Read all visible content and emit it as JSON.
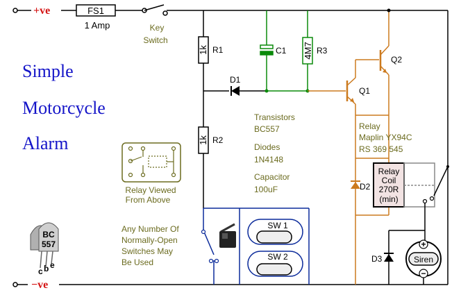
{
  "rails": {
    "positive": "+ve",
    "negative": "−ve"
  },
  "fuse": {
    "name": "FS1",
    "rating": "1 Amp"
  },
  "key_switch": {
    "line1": "Key",
    "line2": "Switch"
  },
  "title": [
    "Simple",
    "Motorcycle",
    "Alarm"
  ],
  "components": {
    "r1": {
      "ref": "R1",
      "value": "1k"
    },
    "r2": {
      "ref": "R2",
      "value": "1k"
    },
    "r3": {
      "ref": "R3",
      "value": "4M7"
    },
    "c1": {
      "ref": "C1"
    },
    "d1": {
      "ref": "D1"
    },
    "d2": {
      "ref": "D2"
    },
    "d3": {
      "ref": "D3"
    },
    "q1": {
      "ref": "Q1"
    },
    "q2": {
      "ref": "Q2"
    }
  },
  "parts_list": {
    "transistors_label": "Transistors",
    "transistors_value": "BC557",
    "diodes_label": "Diodes",
    "diodes_value": "1N4148",
    "capacitor_label": "Capacitor",
    "capacitor_value": "100uF"
  },
  "relay_info": {
    "label": "Relay",
    "line1": "Maplin  YX94C",
    "line2": "RS    369 545"
  },
  "relay_coil": {
    "line1": "Relay",
    "line2": "Coil",
    "line3": "270R",
    "line4": "(min)"
  },
  "relay_view": {
    "line1": "Relay Viewed",
    "line2": "From Above"
  },
  "switches_note": [
    "Any Number Of",
    "Normally-Open",
    "Switches May",
    "Be Used"
  ],
  "switches": {
    "sw1": "SW 1",
    "sw2": "SW 2"
  },
  "siren": {
    "label": "Siren",
    "plus": "+",
    "minus": "−"
  },
  "transistor_pins": {
    "model": "BC",
    "model2": "557",
    "c": "c",
    "b": "b",
    "e": "e"
  },
  "colors": {
    "wire": "#000000",
    "title": "#1414c8",
    "rail": "#d41414",
    "orange": "#cc7a1e",
    "green": "#0a8a0a",
    "blue": "#0a2a9a",
    "olive": "#6b6b1f"
  }
}
